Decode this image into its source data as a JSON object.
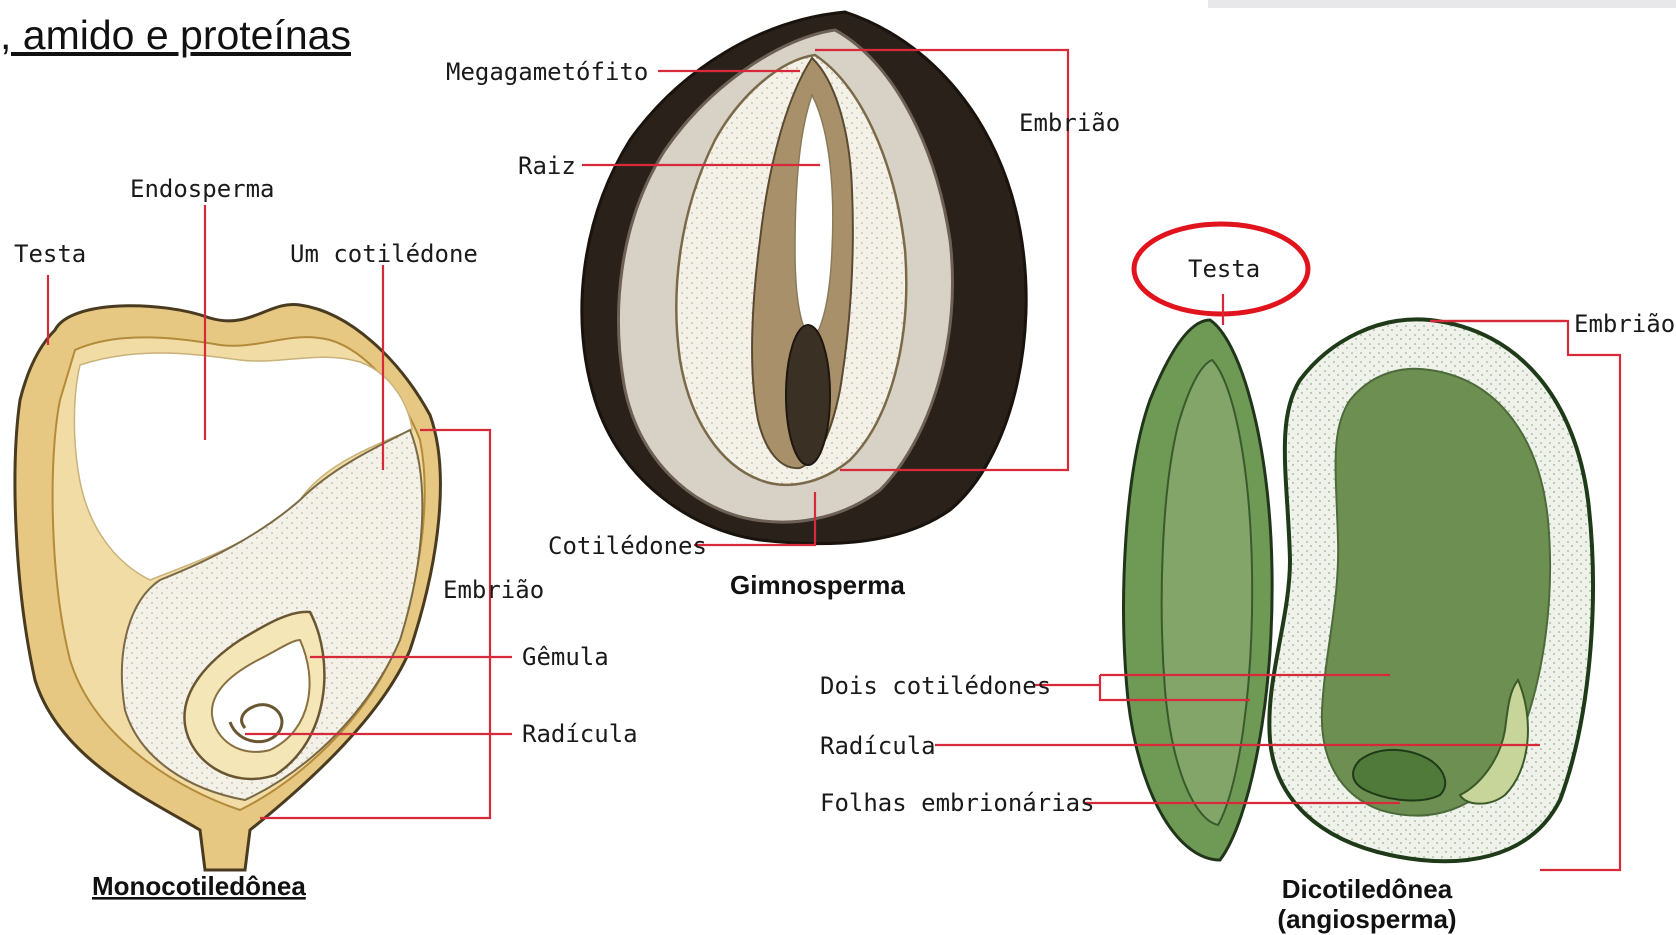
{
  "heading": ", amido e proteínas",
  "colors": {
    "leader": "#d62a3a",
    "highlight_ring": "#e1141e",
    "background": "#ffffff"
  },
  "monocot": {
    "caption": "Monocotiledônea",
    "labels": {
      "testa": "Testa",
      "endosperma": "Endosperma",
      "um_cotiledone": "Um cotilédone",
      "embriao": "Embrião",
      "gemula": "Gêmula",
      "radicula": "Radícula"
    }
  },
  "gymno": {
    "caption": "Gimnosperma",
    "labels": {
      "megagametofito": "Megagametófito",
      "raiz": "Raiz",
      "embriao": "Embrião",
      "cotiledones": "Cotilédones"
    }
  },
  "dicot": {
    "caption_line1": "Dicotiledônea",
    "caption_line2": "(angiosperma)",
    "labels": {
      "testa": "Testa",
      "embriao": "Embrião",
      "dois_cotiledones": "Dois cotilédones",
      "radicula": "Radícula",
      "folhas": "Folhas embrionárias"
    }
  }
}
